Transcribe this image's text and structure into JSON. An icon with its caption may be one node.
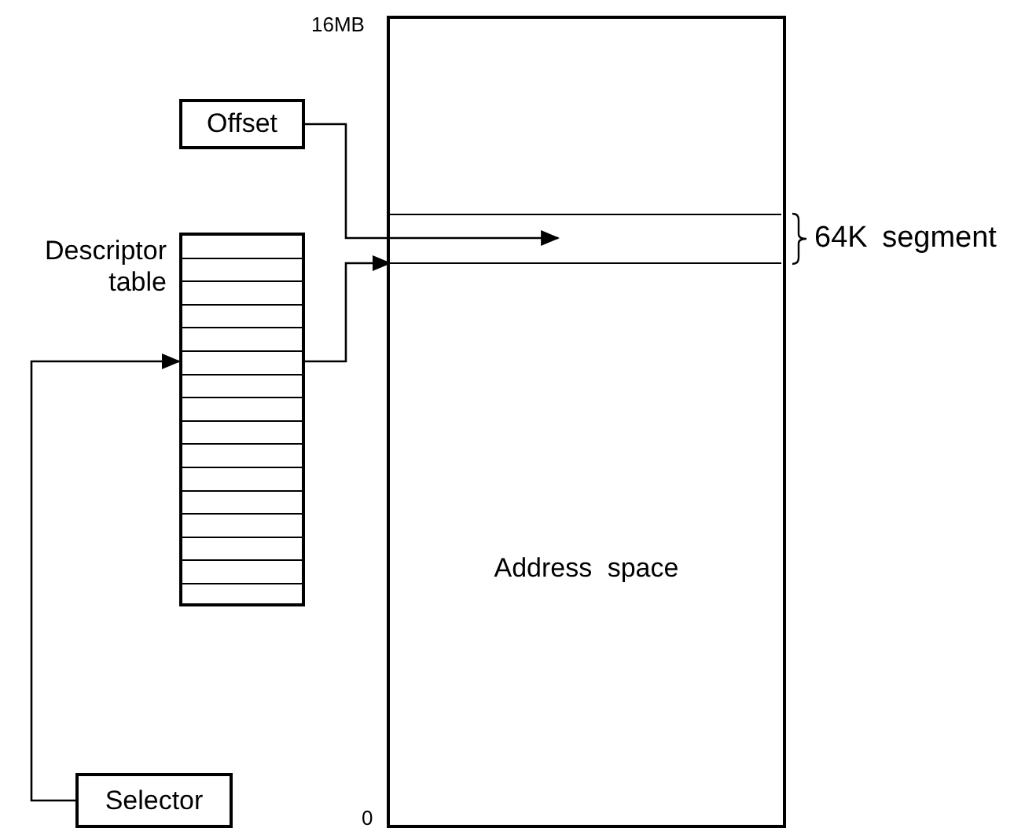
{
  "diagram": {
    "nodes": [
      {
        "text": [
          "Address space"
        ],
        "beside": [
          "16MB",
          "0"
        ]
      },
      {
        "text": [],
        "shape": "bar",
        "in": 0
      },
      {
        "text": [
          "Offset"
        ]
      },
      {
        "text": [
          "Descriptor table"
        ]
      },
      {
        "text": [
          "Selector"
        ]
      }
    ],
    "edges": [
      {
        "from": 2,
        "to": 1,
        "arrow": "to"
      },
      {
        "from": 3,
        "to": 1,
        "arrow": "to"
      },
      {
        "from": 4,
        "to": 3,
        "arrow": "to"
      }
    ],
    "labels": [
      "64K segment"
    ]
  }
}
